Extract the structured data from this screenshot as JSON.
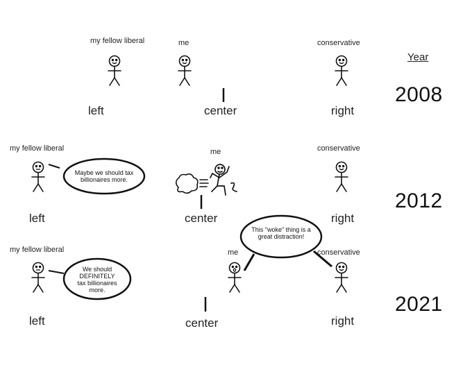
{
  "header": {
    "year_label": "Year"
  },
  "colors": {
    "left": "#3f6fc4",
    "right": "#d9423a",
    "ink": "#111111"
  },
  "panels": [
    {
      "year": "2008",
      "axis": {
        "left": "left",
        "center": "center",
        "right": "right"
      },
      "people": {
        "liberal": "my fellow liberal",
        "me": "me",
        "conservative": "conservative"
      }
    },
    {
      "year": "2012",
      "axis": {
        "left": "left",
        "center": "center",
        "right": "right"
      },
      "people": {
        "liberal": "my fellow liberal",
        "me": "me",
        "conservative": "conservative"
      },
      "bubble": "Maybe we should tax billionaires more."
    },
    {
      "year": "2021",
      "axis": {
        "left": "left",
        "center": "center",
        "right": "right"
      },
      "people": {
        "liberal": "my fellow liberal",
        "me": "me",
        "conservative": "conservative"
      },
      "bubble_left": "We should DEFINITELY tax billionaires more.",
      "bubble_top": "This \"woke\" thing is a great distraction!"
    }
  ]
}
